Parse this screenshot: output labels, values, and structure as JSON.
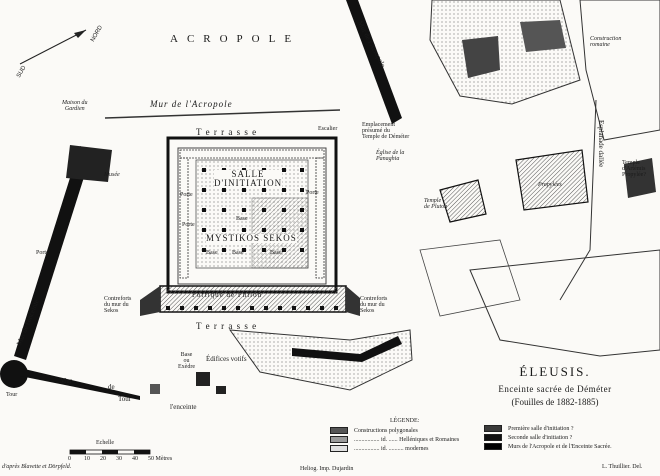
{
  "map": {
    "labels": {
      "acropole": "ACROPOLE",
      "mur_de_lacropole_diag": "Mur de l'Acropole",
      "mur_de_lacropole": "Mur   de   l'Acropole",
      "maison_du_gardien": "Maison du\nGardien",
      "nord": "NORD",
      "sud": "SUD",
      "musee": "Musée",
      "terrasse_top": "T e r r a s s e",
      "escalier": "Escalier",
      "emplacement": "Emplacement\nprésumé du\nTemple de Déméter",
      "eglise": "Église de la\nPanaghia",
      "construction_romaine": "Construction\nromaine",
      "salle_dinitiation": "SALLE\nD'INITIATION",
      "mystikos_sekos": "MYSTIKOS  SEKOS",
      "base1": "Base",
      "base2": "Base",
      "base3": "Base",
      "base4": "Base",
      "porte1": "Porte",
      "porte2": "Porte",
      "porte3": "Porte",
      "porte_enceinte": "Porte",
      "portique_philon": "Portique   de   Philon",
      "contreforts_left": "Contreforts\ndu mur du\nSekos",
      "contreforts_right": "Contreforts\ndu mur du\nSekos",
      "terrasse_bottom": "T e r r a s s e",
      "edifices_votifs": "Édifices   votifs",
      "base_exedre": "Base\nou\nExèdre",
      "temple_pluton": "Temple\nde Pluton",
      "propylees": "Propylées",
      "esplanade": "Esplanade  dallée",
      "temple_artemis": "Temple\nd'Artémis\nPropylée?",
      "mur_enceinte_left": "Mur   de   l'enceinte",
      "mur_bottom": "Mur",
      "de_bottom": "de",
      "tour_left": "Tour",
      "tour_bottom": "Tour",
      "lenceinte": "l'enceinte"
    },
    "title": {
      "line1": "ÉLEUSIS.",
      "line2": "Enceinte sacrée de Déméter",
      "line3": "(Fouilles de 1882-1885)"
    },
    "legend": {
      "heading": "LÉGENDE:",
      "items": [
        {
          "label": "Constructions polygonales",
          "color": "#555555"
        },
        {
          "label": "................. id. ...... Helléniques et Romaines",
          "color": "#9a9a9a"
        },
        {
          "label": "................. id. .......... modernes",
          "color": "#e0e0e0"
        }
      ]
    },
    "legend2": {
      "items": [
        {
          "label": "Première salle d'initiation ?",
          "color": "#3a3a3a"
        },
        {
          "label": "Seconde salle d'initiation ?",
          "color": "#111111"
        },
        {
          "label": "Murs de l'Acropole et de l'Enceinte Sacrée.",
          "color": "#000000"
        }
      ]
    },
    "scale": {
      "label": "Echelle",
      "ticks": [
        "0",
        "10",
        "20",
        "30",
        "40",
        "50 Mètres"
      ]
    },
    "footer": {
      "left": "d'après Blavette et Dörpfeld.",
      "center": "Heliog. Imp. Dujardin",
      "right": "L. Thuillier. Del."
    }
  }
}
